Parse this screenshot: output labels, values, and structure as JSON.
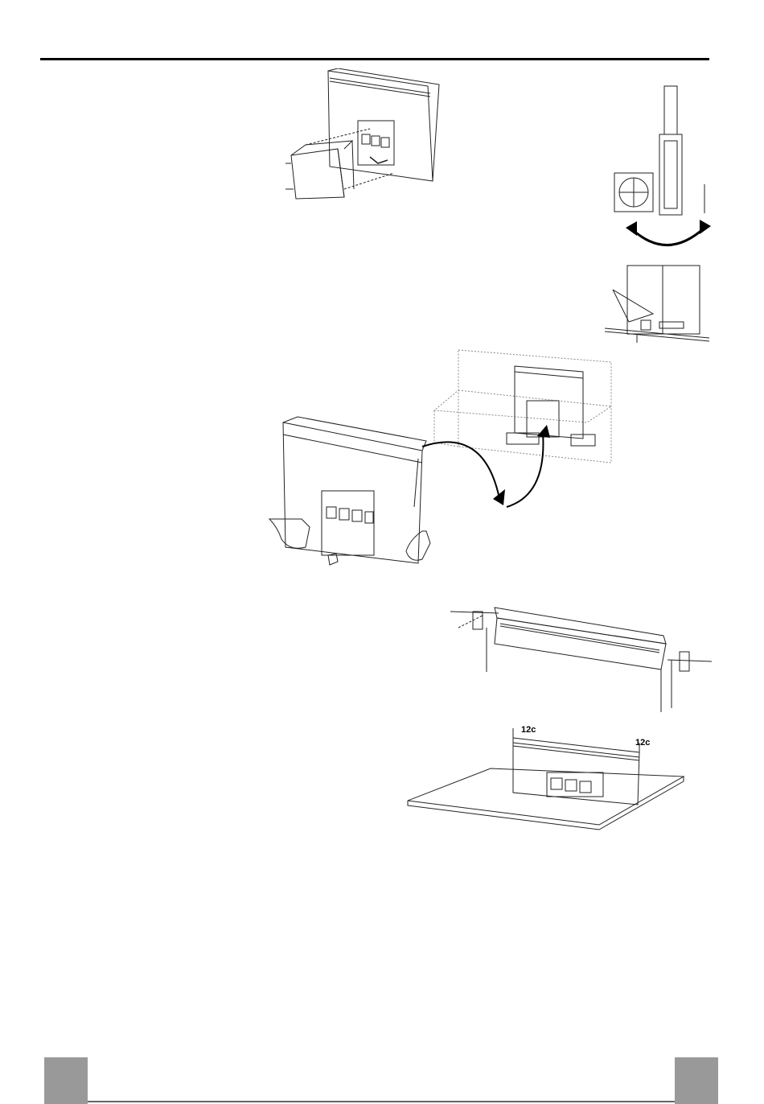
{
  "figures": {
    "motor_mounting": "rear-panel-with-motor-box",
    "outlet_rotation": "duct-outlet-rotation",
    "duct_detail": "duct-side-detail",
    "insertion": "hood-insertion-into-cabinet",
    "hook_fixing": "hood-top-with-side-hooks",
    "countertop": "hood-in-countertop"
  },
  "countertop": {
    "dim_left": "12c",
    "dim_right": "12c"
  },
  "colors": {
    "rule": "#000000",
    "footer_tab": "#999999",
    "line_art": "#222222"
  }
}
